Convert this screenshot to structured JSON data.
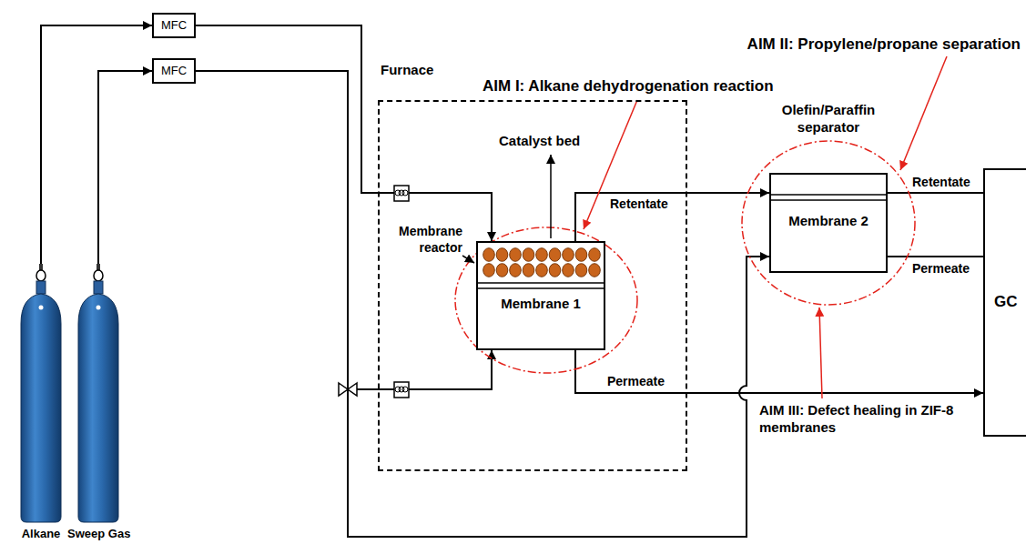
{
  "diagram": {
    "nodes": [
      {
        "text": [
          "MFC"
        ]
      },
      {
        "text": [
          "MFC"
        ]
      },
      {
        "text": [
          "Furnace"
        ]
      },
      {
        "text": [
          "Membrane 1"
        ],
        "in": 2
      },
      {
        "text": [
          "Membrane 2"
        ]
      },
      {
        "text": [
          "GC"
        ]
      },
      {
        "text": [
          "Alkane"
        ]
      },
      {
        "text": [
          "Sweep Gas"
        ]
      }
    ],
    "edges": [
      {
        "from": 6,
        "to": 0,
        "arrow": "to"
      },
      {
        "from": 7,
        "to": 1,
        "arrow": "to"
      },
      {
        "from": 0,
        "to": 3,
        "arrow": "to"
      },
      {
        "from": 1,
        "to": 3,
        "arrow": "to"
      },
      {
        "from": 1,
        "to": 4,
        "arrow": "to"
      },
      {
        "from": 3,
        "to": 4,
        "label": "Retentate",
        "arrow": "to"
      },
      {
        "from": 3,
        "to": 5,
        "label": "Permeate",
        "arrow": "to"
      },
      {
        "from": 4,
        "to": 5,
        "label": "Retentate",
        "arrow": "none"
      },
      {
        "from": 4,
        "to": 5,
        "label": "Permeate",
        "arrow": "none"
      }
    ],
    "labels": [
      "AIM I: Alkane dehydrogenation reaction",
      "AIM II: Propylene/propane separation",
      "Olefin/Paraffin separator",
      "Catalyst bed",
      "Membrane reactor",
      "AIM III: Defect healing in ZIF-8 membranes"
    ]
  }
}
